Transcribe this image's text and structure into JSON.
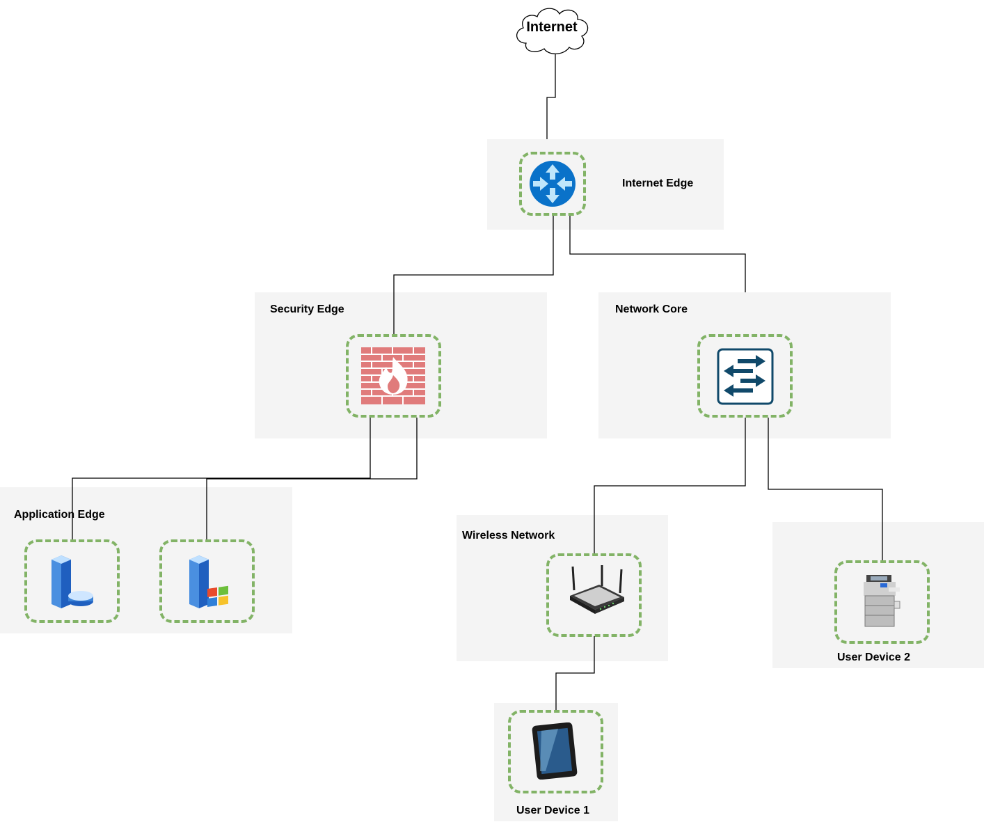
{
  "diagram": {
    "cloud": {
      "label": "Internet",
      "icon": "cloud-icon"
    },
    "zones": {
      "internet_edge": "Internet Edge",
      "security_edge": "Security Edge",
      "network_core": "Network Core",
      "application_edge": "Application Edge",
      "wireless_network": "Wireless Network",
      "user_device_1": "User Device 1",
      "user_device_2": "User Device 2"
    },
    "nodes": {
      "router": "router-icon",
      "firewall": "firewall-icon",
      "switch": "switch-icon",
      "database_server": "database-server-icon",
      "windows_server": "windows-server-icon",
      "wireless_router": "wireless-router-icon",
      "tablet": "tablet-icon",
      "printer": "printer-icon"
    },
    "colors": {
      "zone_fill": "#f4f4f4",
      "node_border": "#82b366",
      "connector": "#000000",
      "router_blue": "#0a72c9",
      "firewall_red": "#e07b7b",
      "switch_blue": "#10496a"
    }
  }
}
